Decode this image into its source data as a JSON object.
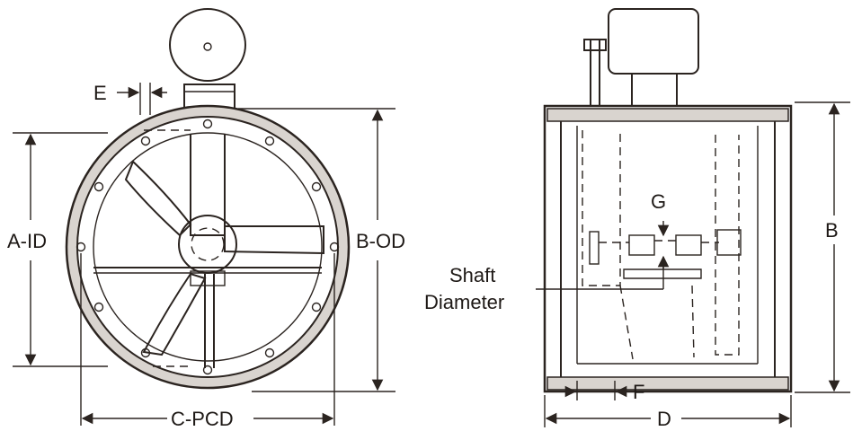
{
  "colors": {
    "ink": "#2b2420",
    "background": "#ffffff",
    "shell_shade": "#d9d4cf"
  },
  "labels": {
    "a_id": "A-ID",
    "b_od": "B-OD",
    "c_pcd": "C-PCD",
    "e": "E",
    "b": "B",
    "d": "D",
    "f": "F",
    "g": "G",
    "shaft_line1": "Shaft",
    "shaft_line2": "Diameter"
  }
}
